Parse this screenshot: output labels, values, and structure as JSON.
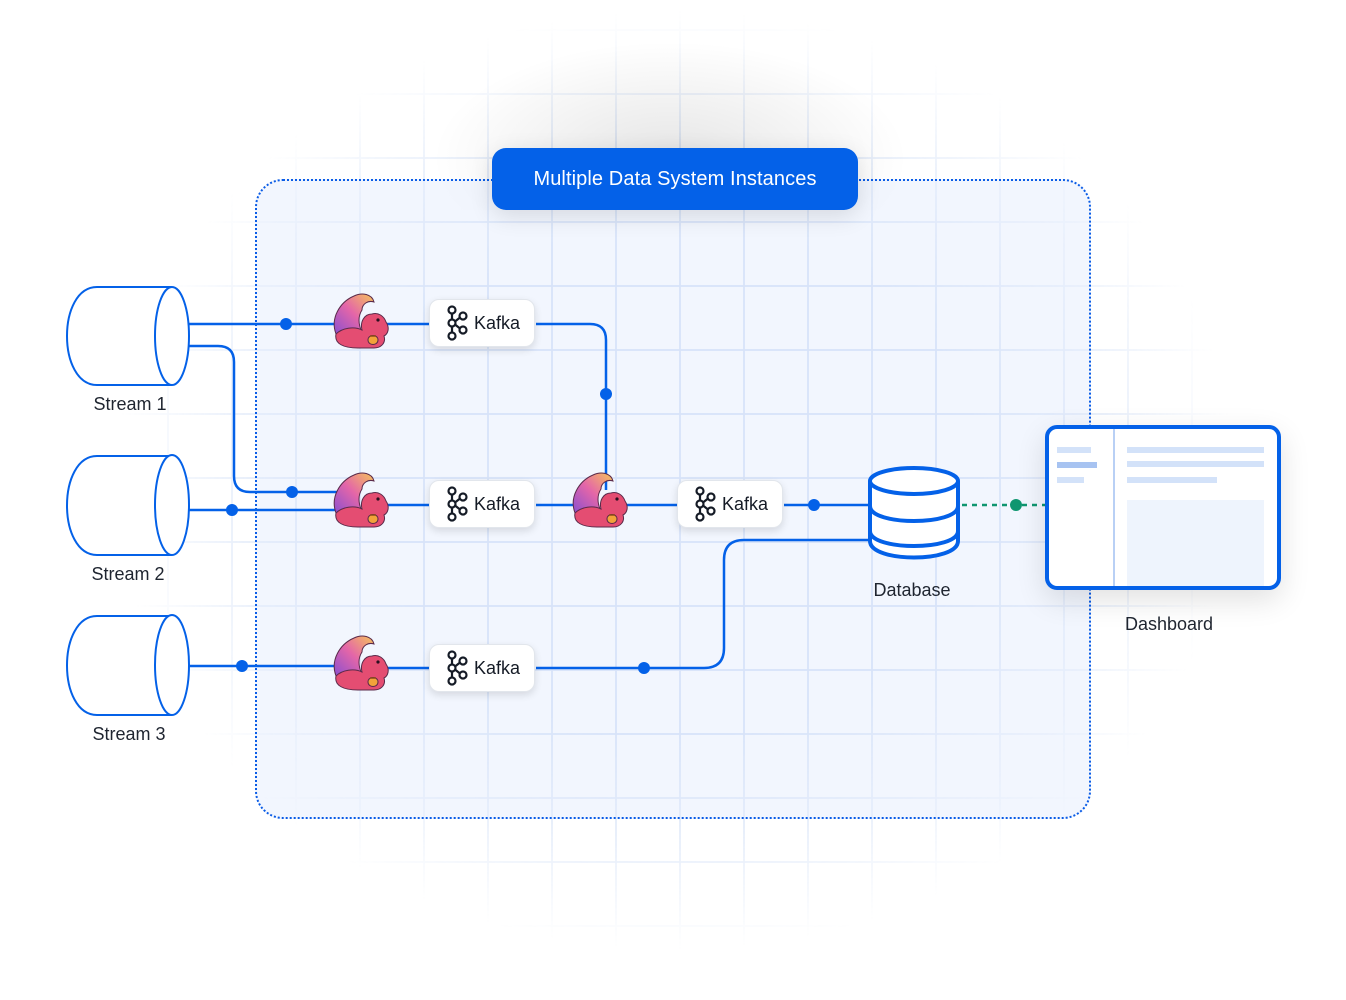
{
  "diagram": {
    "group_title": "Multiple Data System Instances",
    "colors": {
      "accent": "#0461e8",
      "group_fill": "#eef3fd",
      "link_dotted_green": "#0f9670",
      "text": "#1f2530"
    },
    "sources": [
      {
        "id": "stream1",
        "label": "Stream 1",
        "icon": "cylinder-icon"
      },
      {
        "id": "stream2",
        "label": "Stream 2",
        "icon": "cylinder-icon"
      },
      {
        "id": "stream3",
        "label": "Stream 3",
        "icon": "cylinder-icon"
      }
    ],
    "processors": [
      {
        "id": "flink1",
        "icon": "flink-squirrel-icon"
      },
      {
        "id": "flink2",
        "icon": "flink-squirrel-icon"
      },
      {
        "id": "flink3",
        "icon": "flink-squirrel-icon"
      },
      {
        "id": "flink4",
        "icon": "flink-squirrel-icon"
      }
    ],
    "queues": [
      {
        "id": "kafka1",
        "label": "Kafka",
        "icon": "kafka-icon"
      },
      {
        "id": "kafka2",
        "label": "Kafka",
        "icon": "kafka-icon"
      },
      {
        "id": "kafka3",
        "label": "Kafka",
        "icon": "kafka-icon"
      },
      {
        "id": "kafka4",
        "label": "Kafka",
        "icon": "kafka-icon"
      }
    ],
    "sink": {
      "id": "database",
      "label": "Database",
      "icon": "database-icon"
    },
    "output": {
      "id": "dashboard",
      "label": "Dashboard",
      "icon": "dashboard-icon"
    },
    "edges": [
      {
        "from": "stream1",
        "to": "flink1"
      },
      {
        "from": "stream1",
        "to": "flink2"
      },
      {
        "from": "stream2",
        "to": "flink2"
      },
      {
        "from": "stream3",
        "to": "flink4"
      },
      {
        "from": "flink1",
        "to": "kafka1"
      },
      {
        "from": "flink2",
        "to": "kafka2"
      },
      {
        "from": "flink4",
        "to": "kafka4"
      },
      {
        "from": "kafka1",
        "to": "flink3"
      },
      {
        "from": "kafka2",
        "to": "flink3"
      },
      {
        "from": "flink3",
        "to": "kafka3"
      },
      {
        "from": "kafka3",
        "to": "database"
      },
      {
        "from": "kafka4",
        "to": "database"
      },
      {
        "from": "database",
        "to": "dashboard",
        "style": "dotted"
      }
    ]
  }
}
